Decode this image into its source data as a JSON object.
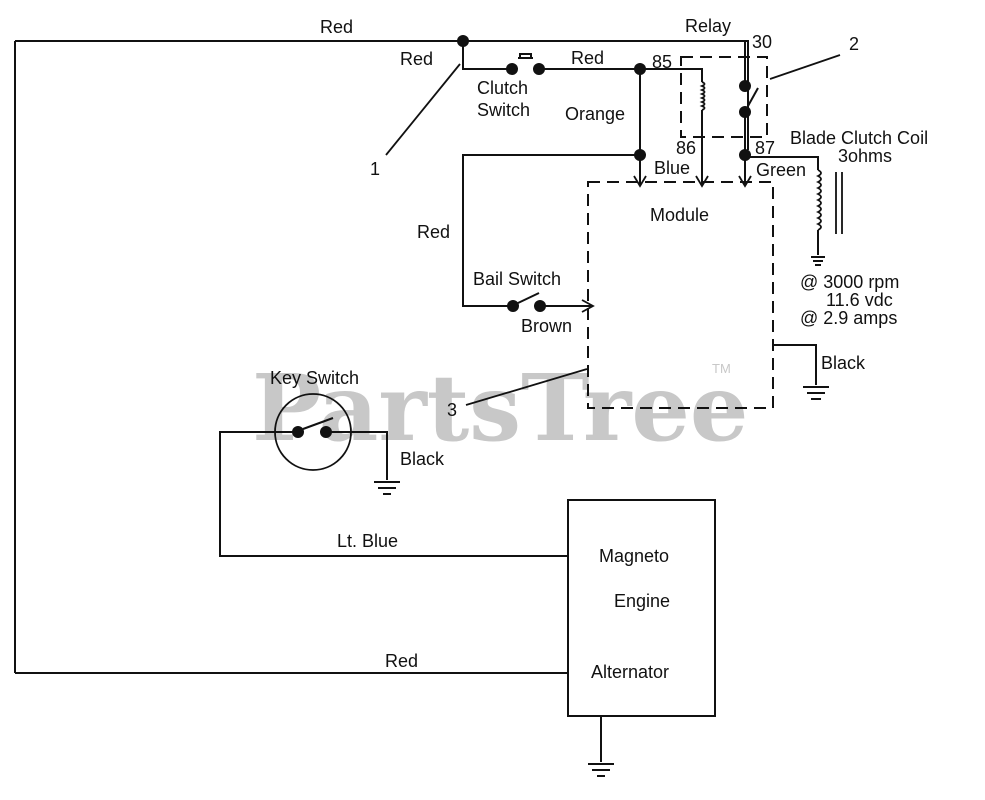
{
  "diagram": {
    "watermark": {
      "text": "PartsTree",
      "trademark": "TM"
    },
    "wires": {
      "top_red": "Red",
      "branch_red": "Red",
      "clutch_to_relay_red": "Red",
      "orange": "Orange",
      "blue": "Blue",
      "bail_red": "Red",
      "brown": "Brown",
      "green": "Green",
      "module_ground_black": "Black",
      "key_ground_black": "Black",
      "lt_blue": "Lt. Blue",
      "bottom_red": "Red"
    },
    "components": {
      "clutch_switch": {
        "line1": "Clutch",
        "line2": "Switch"
      },
      "relay": {
        "label": "Relay",
        "terminals": {
          "t30": "30",
          "t85": "85",
          "t86": "86",
          "t87": "87"
        }
      },
      "module": {
        "label": "Module"
      },
      "bail_switch": {
        "label": "Bail Switch"
      },
      "blade_clutch_coil": {
        "label": "Blade Clutch Coil",
        "resistance": "3ohms",
        "spec_rpm": "@ 3000 rpm",
        "spec_voltage": "11.6 vdc",
        "spec_current": "@ 2.9 amps"
      },
      "key_switch": {
        "label": "Key Switch"
      },
      "engine": {
        "magneto": "Magneto",
        "engine": "Engine",
        "alternator": "Alternator"
      }
    },
    "callouts": {
      "c1": "1",
      "c2": "2",
      "c3": "3"
    }
  }
}
